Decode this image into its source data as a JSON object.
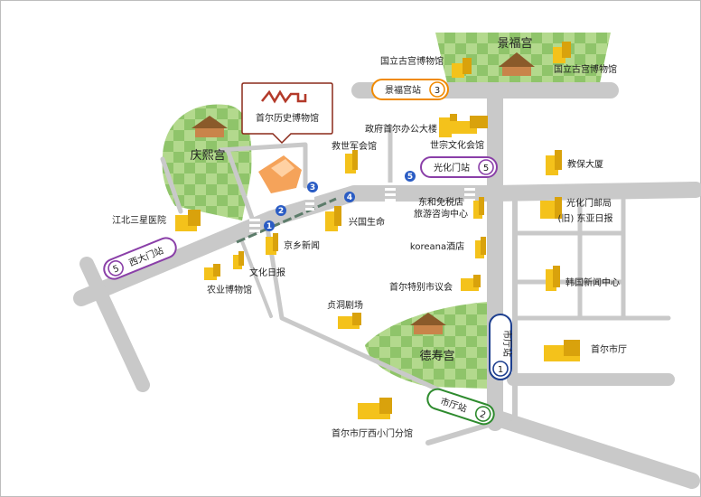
{
  "colors": {
    "road": "#c9c9c9",
    "park_dark": "#8fc46a",
    "park_light": "#b3d98d",
    "building": "#f4c21b",
    "building_dark": "#d9a20c",
    "line1": "#1d3f8f",
    "line2": "#2e8b2e",
    "line3": "#f08a00",
    "line5": "#8a3fa8",
    "exit": "#2a5cc4",
    "museum": "#f5a35a",
    "callout_border": "#8b2a1a",
    "logo": "#b33a2a",
    "palace_roof": "#8a5a2a"
  },
  "callout": {
    "title": "首尔历史博物馆",
    "icon": "museum-logo-icon"
  },
  "palaces": [
    {
      "id": "gyeongbokgung",
      "name": "景福宫",
      "icon": "palace-icon"
    },
    {
      "id": "gyeonghuigung",
      "name": "庆熙宫",
      "icon": "palace-icon"
    },
    {
      "id": "deoksugung",
      "name": "德寿宫",
      "icon": "palace-icon"
    }
  ],
  "stations": [
    {
      "id": "gyeongbokgung-station",
      "name": "景福宫站",
      "line": "3"
    },
    {
      "id": "gwanghwamun-station",
      "name": "光化门站",
      "line": "5"
    },
    {
      "id": "seodaemun-station",
      "name": "西大门站",
      "line": "5"
    },
    {
      "id": "cityhall-station-1",
      "name": "市厅站",
      "line": "1"
    },
    {
      "id": "cityhall-station-2",
      "name": "市厅站",
      "line": "2"
    }
  ],
  "exits": [
    "1",
    "2",
    "3",
    "4",
    "5"
  ],
  "labels": {
    "national_palace_museum_left": "国立古宫博物馆",
    "national_palace_museum_right": "国立古宫博物馆",
    "gov_complex": "政府首尔办公大楼",
    "sejong_center": "世宗文化会馆",
    "salvation_army": "救世军会馆",
    "kangbuk_samsung": "江北三星医院",
    "heungkuk": "兴国生命",
    "kyunghyang": "京乡新闻",
    "munhwa_ilbo": "文化日报",
    "agri_museum": "农业博物馆",
    "kyobo": "教保大厦",
    "gwanghwamun_post": "光化门邮局",
    "dong_a": "(旧) 东亚日报",
    "dongwha": "东和免税店",
    "tourist_info": "旅游咨询中心",
    "koreana": "koreana酒店",
    "council": "首尔特别市议会",
    "press_center": "韩国新闻中心",
    "chungdong": "贞洞剧场",
    "city_hall": "首尔市厅",
    "seosomun": "首尔市厅西小门分馆"
  }
}
